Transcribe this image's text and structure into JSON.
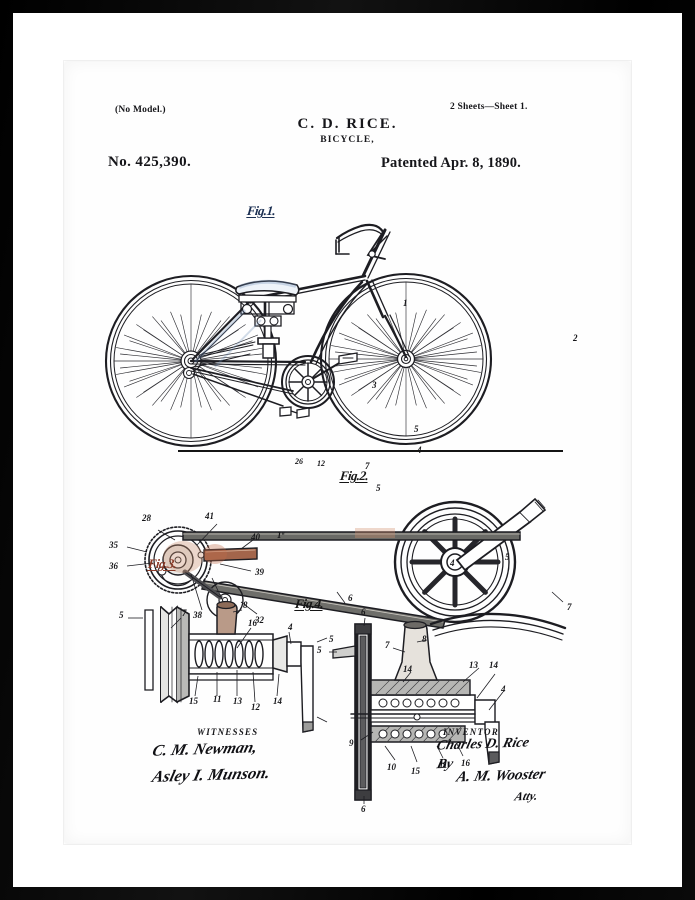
{
  "frame": {
    "frame_color": "#000000",
    "mat_color": "#ffffff",
    "paper_color": "#fefefe"
  },
  "header": {
    "no_model": "(No Model.)",
    "sheets": "2 Sheets—Sheet 1.",
    "inventor_name": "C. D. RICE.",
    "subject": "BICYCLE,",
    "patent_number": "No. 425,390.",
    "patent_date": "Patented Apr. 8, 1890."
  },
  "figures": [
    {
      "id": "fig1",
      "label": "Fig.1.",
      "caption_color": "#1b2f52"
    },
    {
      "id": "fig2",
      "label": "Fig.2.",
      "caption_color": "#151515"
    },
    {
      "id": "fig3",
      "label": "Fig.3.",
      "caption_color": "#8a3a27"
    },
    {
      "id": "fig4",
      "label": "Fig.4.",
      "caption_color": "#151515"
    }
  ],
  "fig1_numerals": [
    "1",
    "2",
    "3",
    "4",
    "5",
    "5",
    "7",
    "26",
    "12"
  ],
  "fig2_numerals": [
    "28",
    "41",
    "35",
    "36",
    "40",
    "1ª",
    "39",
    "38",
    "33",
    "32",
    "6",
    "5",
    "4",
    "7"
  ],
  "fig3_numerals": [
    "5",
    "7",
    "8",
    "16",
    "4",
    "15",
    "11",
    "13",
    "12",
    "14",
    "5"
  ],
  "fig4_numerals": [
    "6",
    "5",
    "7",
    "8",
    "14",
    "13",
    "14",
    "4",
    "9",
    "10",
    "15",
    "11",
    "16",
    "6"
  ],
  "signatures": {
    "witness_label": "WITNESSES",
    "witness_1": "C. M. Newman,",
    "witness_2": "Asley I. Munson.",
    "inventor_label": "INVENTOR",
    "inventor_sig": "Charles D. Rice",
    "by": "By",
    "attorney_sig": "A. M. Wooster",
    "attorney_title": "Atty."
  },
  "colors": {
    "ink": "#17171a",
    "blue_tint": "#8fa8c8",
    "red_tint": "#a8503a",
    "fig_label_blue": "#1b2f52"
  }
}
